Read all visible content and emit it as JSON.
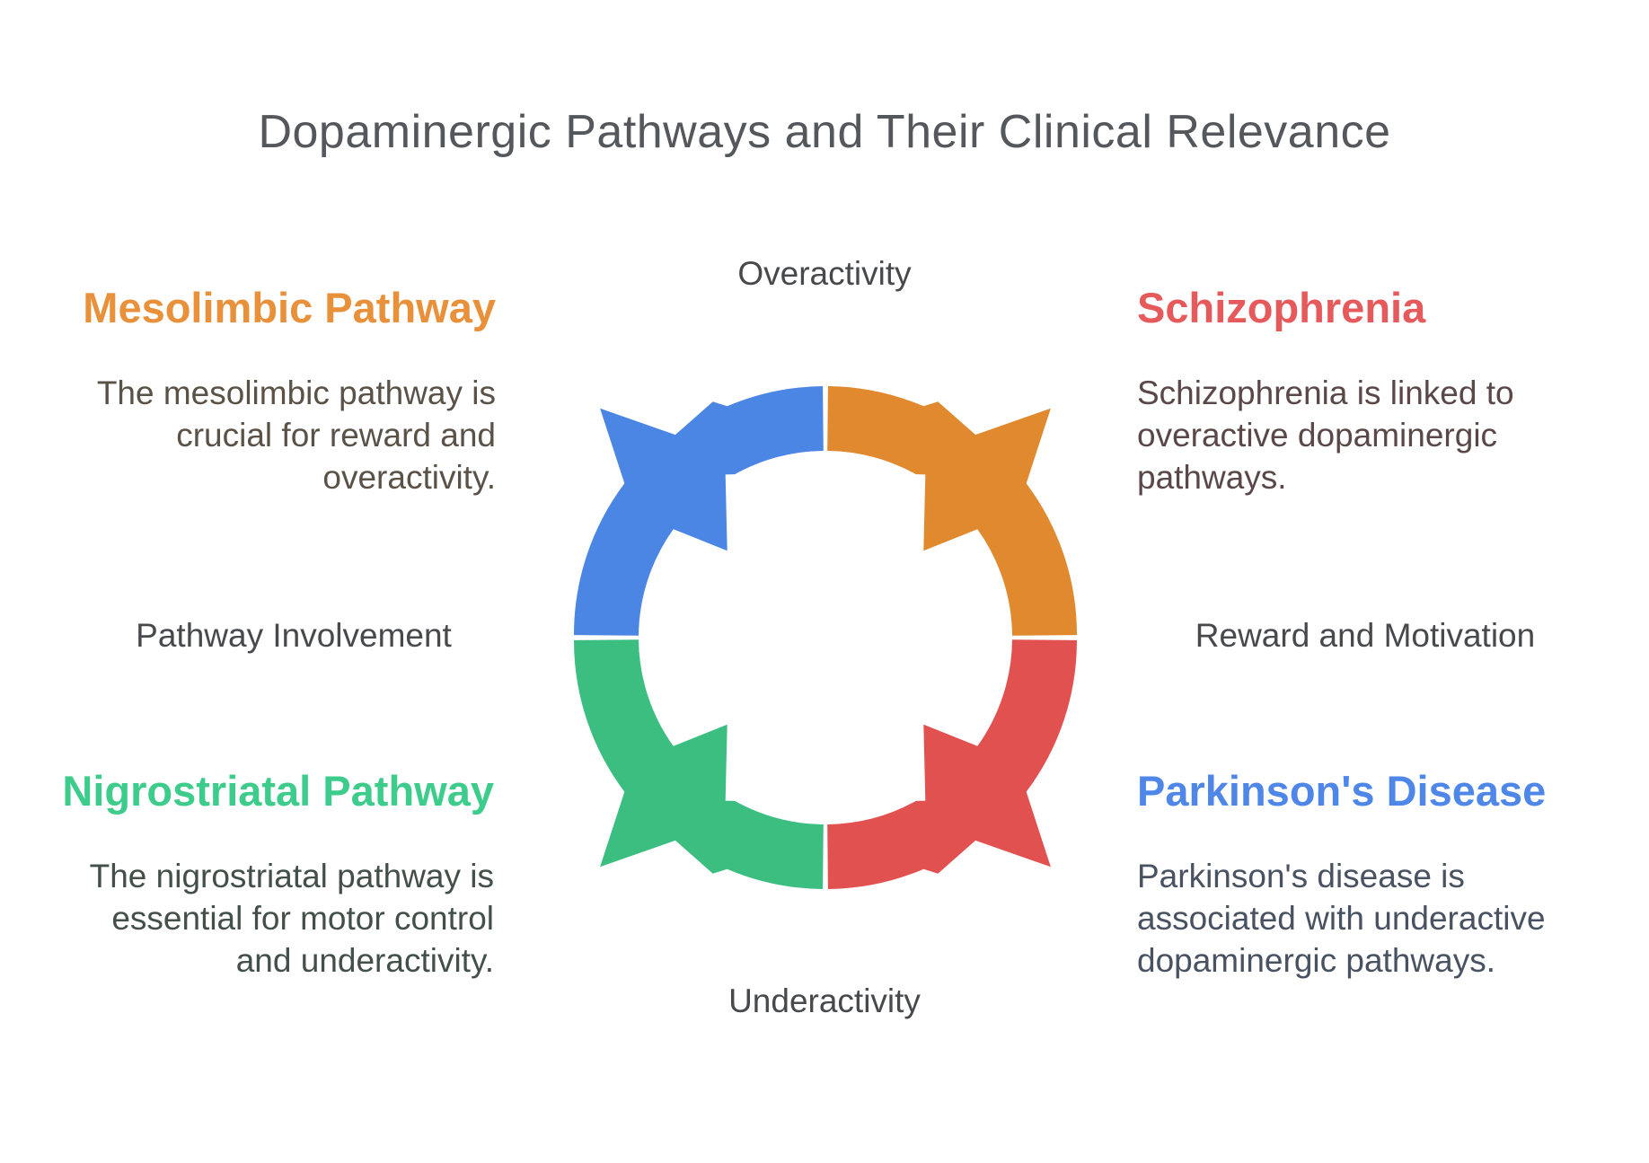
{
  "title": "Dopaminergic Pathways and Their Clinical Relevance",
  "cycle": {
    "labels": {
      "top": "Overactivity",
      "bottom": "Underactivity",
      "left": "Pathway Involvement",
      "right": "Reward and Motivation"
    },
    "segments": [
      {
        "position": "top-left",
        "name": "segment-overactivity-to-pathway",
        "color": "#4C86E4"
      },
      {
        "position": "top-right",
        "name": "segment-overactivity-to-reward",
        "color": "#E0892E"
      },
      {
        "position": "bottom-left",
        "name": "segment-pathway-to-underactivity",
        "color": "#3CBE81"
      },
      {
        "position": "bottom-right",
        "name": "segment-reward-to-underactivity",
        "color": "#E15150"
      }
    ]
  },
  "blocks": {
    "mesolimbic": {
      "heading": "Mesolimbic Pathway",
      "heading_color": "#E8913A",
      "body": "The mesolimbic pathway is\ncrucial for reward and\noveractivity.",
      "body_color": "#5A5147"
    },
    "schizophrenia": {
      "heading": "Schizophrenia",
      "heading_color": "#E65A5C",
      "body": "Schizophrenia is linked to\noveractive dopaminergic\npathways.",
      "body_color": "#5A4848"
    },
    "nigrostriatal": {
      "heading": "Nigrostriatal Pathway",
      "heading_color": "#3ECC8C",
      "body": "The nigrostriatal pathway is\nessential for motor control\nand underactivity.",
      "body_color": "#43504A"
    },
    "parkinsons": {
      "heading": "Parkinson's Disease",
      "heading_color": "#4F87E9",
      "body": "Parkinson's disease is\nassociated with underactive\ndopaminergic pathways.",
      "body_color": "#485261"
    }
  }
}
